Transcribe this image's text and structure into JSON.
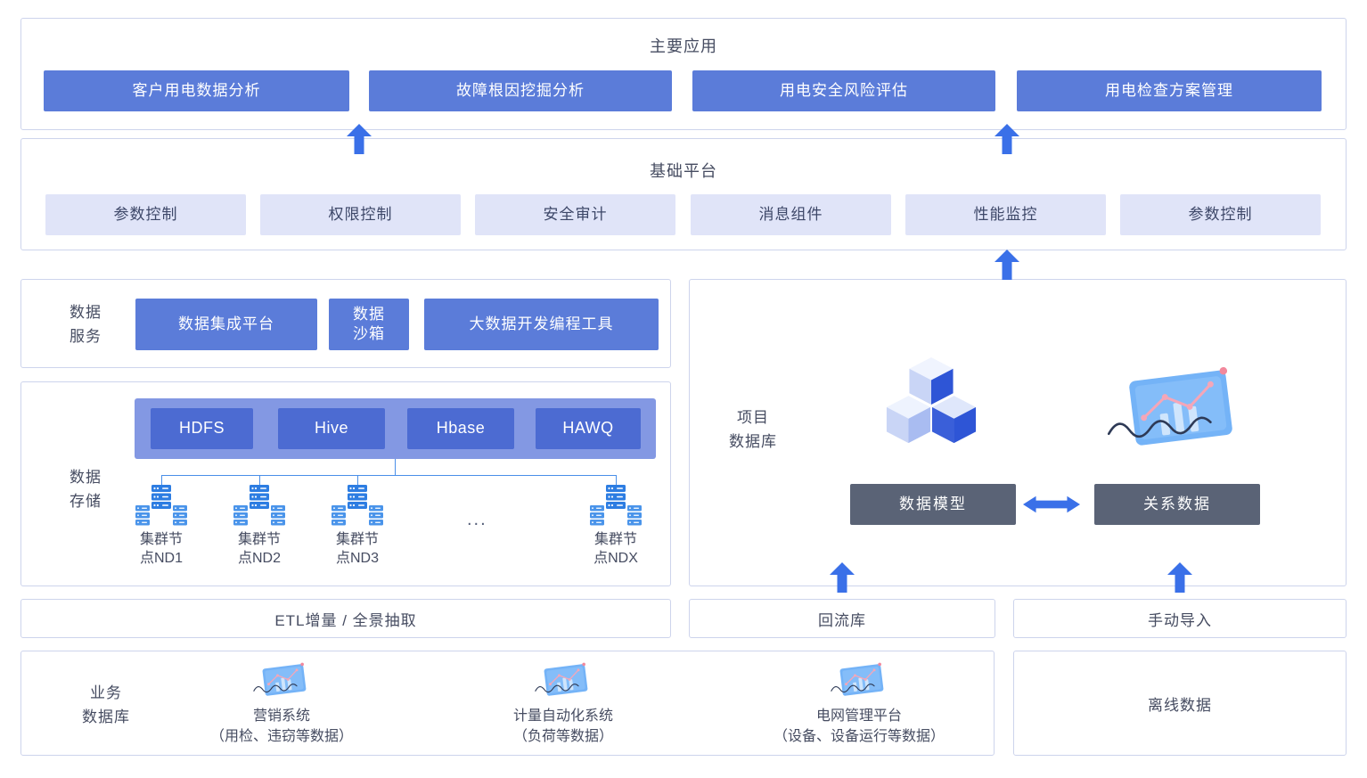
{
  "colors": {
    "primary_blue": "#5b7cd9",
    "arrow_blue": "#3a70e8",
    "light_button_bg": "#e0e4f8",
    "dark_button_bg": "#5a6376",
    "storage_panel_blue": "#8398e3",
    "storage_inner_button_blue": "#4c6bd2",
    "box_border": "#cdd4ec",
    "text_dark": "#464c61"
  },
  "main_apps": {
    "title": "主要应用",
    "items": [
      "客户用电数据分析",
      "故障根因挖掘分析",
      "用电安全风险评估",
      "用电检查方案管理"
    ]
  },
  "base_platform": {
    "title": "基础平台",
    "items": [
      "参数控制",
      "权限控制",
      "安全审计",
      "消息组件",
      "性能监控",
      "参数控制"
    ]
  },
  "data_service": {
    "label": [
      "数据",
      "服务"
    ],
    "items": [
      "数据集成平台",
      "数据沙箱",
      "大数据开发编程工具"
    ]
  },
  "data_storage": {
    "label": [
      "数据",
      "存储"
    ],
    "engines": [
      "HDFS",
      "Hive",
      "Hbase",
      "HAWQ"
    ],
    "ellipsis": "...",
    "clusters": [
      [
        "集群节",
        "点ND1"
      ],
      [
        "集群节",
        "点ND2"
      ],
      [
        "集群节",
        "点ND3"
      ],
      [
        "集群节",
        "点NDX"
      ]
    ]
  },
  "project_db": {
    "label": [
      "项目",
      "数据库"
    ],
    "model_button": "数据模型",
    "relation_button": "关系数据"
  },
  "etl_bar": "ETL增量 / 全景抽取",
  "backflow_bar": "回流库",
  "manual_import_bar": "手动导入",
  "business_db": {
    "label": [
      "业务",
      "数据库"
    ],
    "systems": [
      {
        "name": "营销系统",
        "detail": "（用检、违窃等数据）"
      },
      {
        "name": "计量自动化系统",
        "detail": "（负荷等数据）"
      },
      {
        "name": "电网管理平台",
        "detail": "（设备、设备运行等数据）"
      }
    ]
  },
  "offline_data": "离线数据"
}
